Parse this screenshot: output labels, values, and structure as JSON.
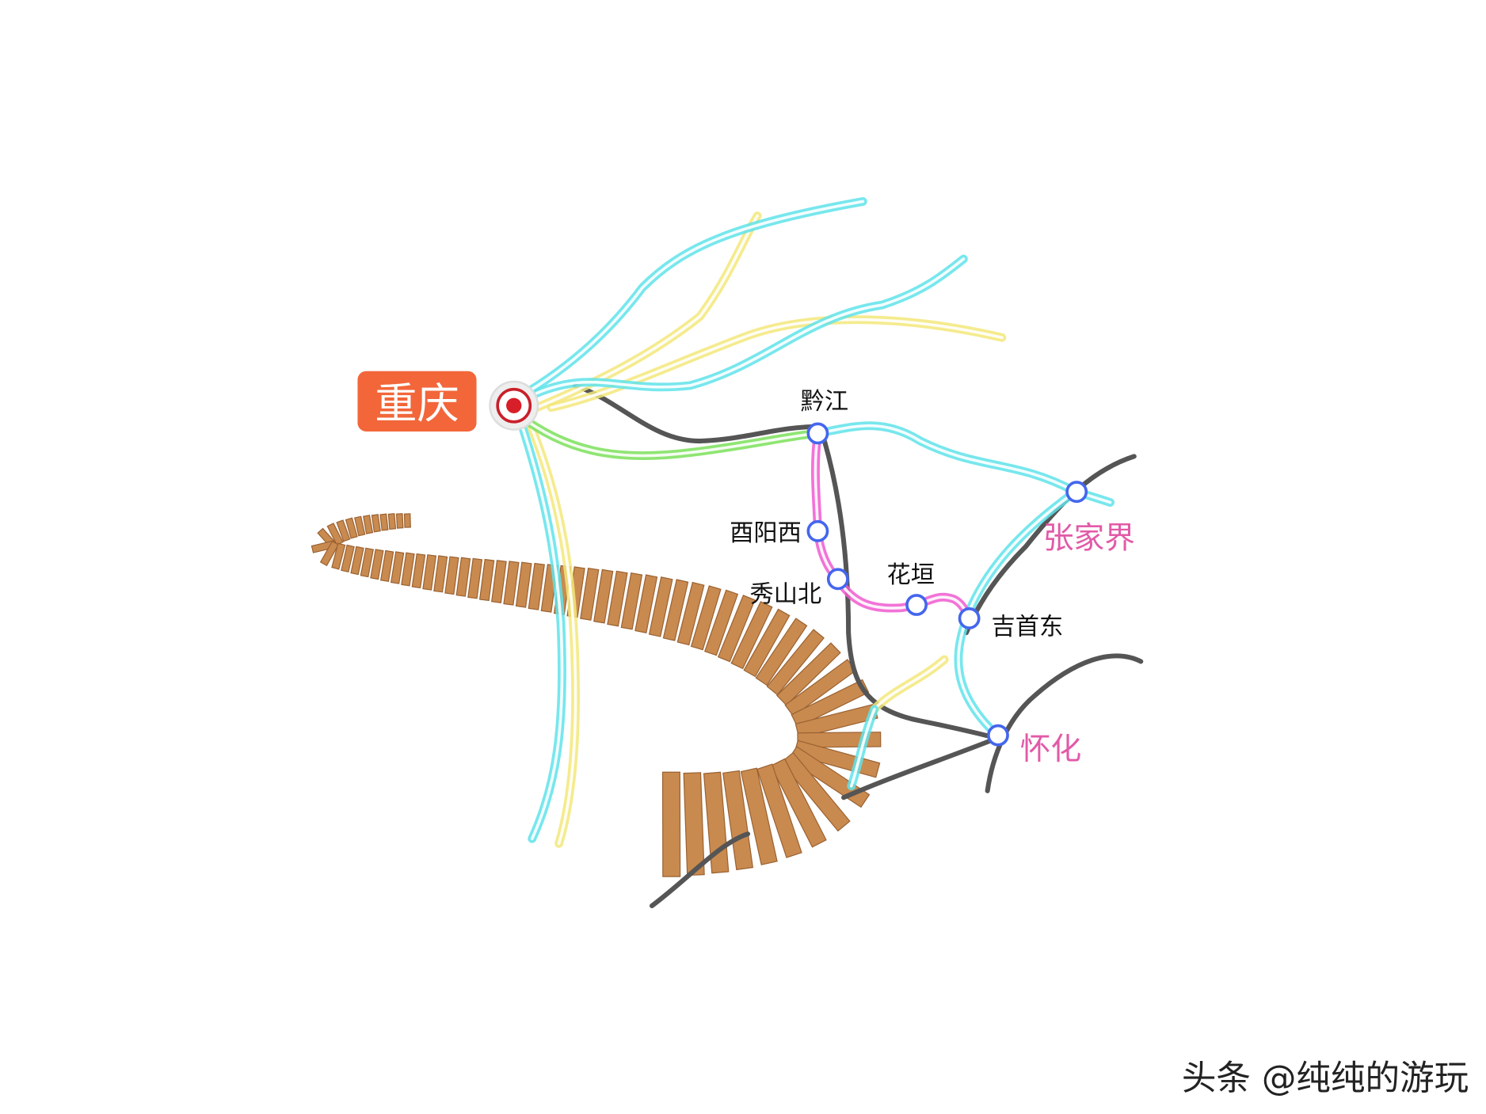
{
  "origin": {
    "label": "重庆",
    "badge_color": "#f2663a"
  },
  "stations": [
    {
      "id": "qianjiang",
      "label": "黔江",
      "style": "black"
    },
    {
      "id": "youyangxi",
      "label": "酉阳西",
      "style": "black"
    },
    {
      "id": "xiushanbei",
      "label": "秀山北",
      "style": "black"
    },
    {
      "id": "huayuan",
      "label": "花垣",
      "style": "black"
    },
    {
      "id": "jishoudong",
      "label": "吉首东",
      "style": "black"
    },
    {
      "id": "zhangjiajie",
      "label": "张家界",
      "style": "pink"
    },
    {
      "id": "huaihua",
      "label": "怀化",
      "style": "pink"
    }
  ],
  "colors": {
    "cyan": "#5fe3ea",
    "yellow": "#f3e77a",
    "green": "#7be05a",
    "magenta": "#f05ad0",
    "grey": "#555555",
    "station_ring": "#4466ee",
    "track": "#c98a4f"
  },
  "watermark": "头条 @纯纯的游玩"
}
